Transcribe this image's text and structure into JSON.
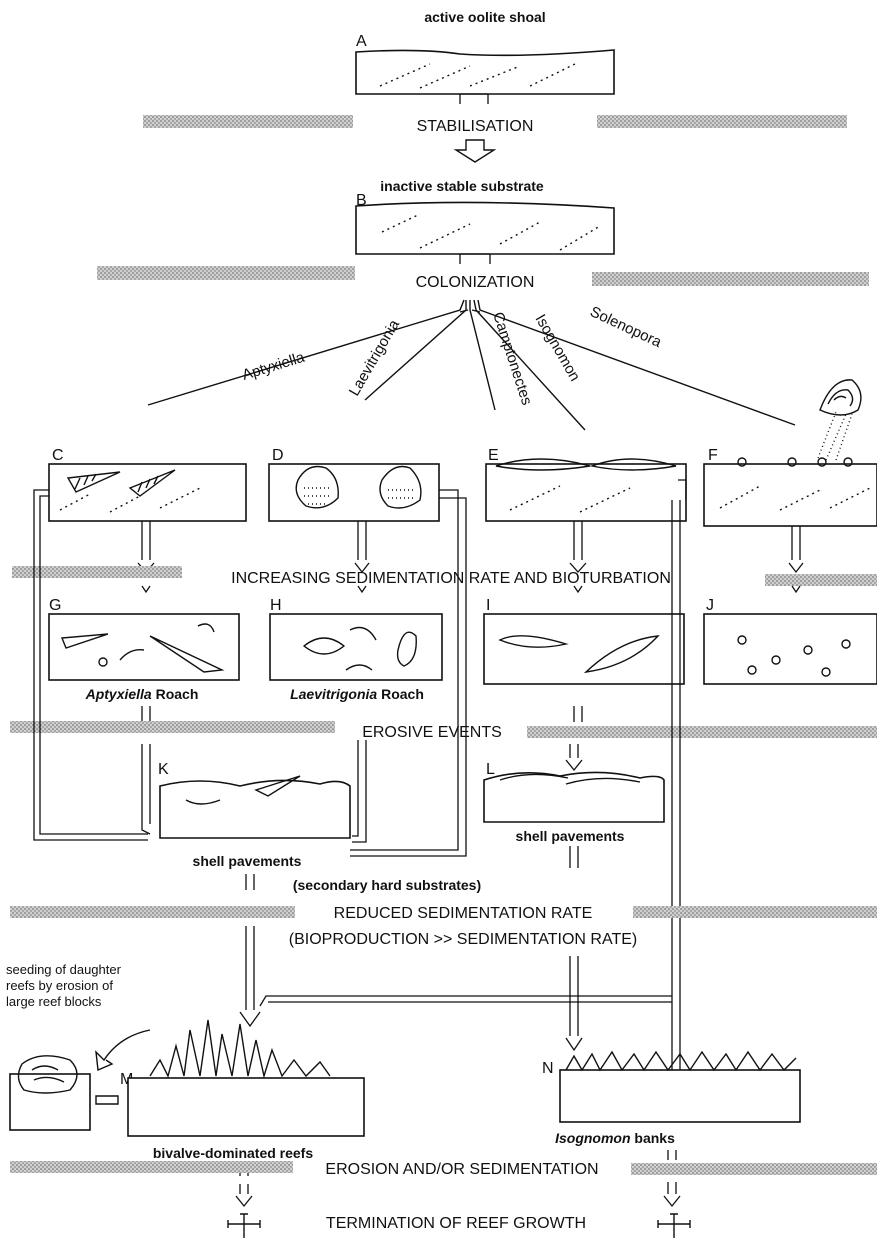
{
  "stages": {
    "A": {
      "letter": "A",
      "caption": "active oolite shoal"
    },
    "B": {
      "letter": "B",
      "caption": "inactive stable substrate"
    },
    "C": {
      "letter": "C"
    },
    "D": {
      "letter": "D"
    },
    "E": {
      "letter": "E"
    },
    "F": {
      "letter": "F"
    },
    "G": {
      "letter": "G",
      "caption_taxon": "Aptyxiella",
      "caption_rest": " Roach"
    },
    "H": {
      "letter": "H",
      "caption_taxon": "Laevitrigonia",
      "caption_rest": " Roach"
    },
    "I": {
      "letter": "I"
    },
    "J": {
      "letter": "J"
    },
    "K": {
      "letter": "K",
      "caption": "shell pavements"
    },
    "L": {
      "letter": "L",
      "caption": "shell pavements"
    },
    "M": {
      "letter": "M",
      "caption": "bivalve-dominated reefs"
    },
    "N": {
      "letter": "N",
      "caption_taxon": "Isognomon",
      "caption_rest": " banks"
    }
  },
  "processes": {
    "stabilisation": "STABILISATION",
    "colonization": "COLONIZATION",
    "increasing": "INCREASING SEDIMENTATION RATE AND BIOTURBATION",
    "erosive": "EROSIVE EVENTS",
    "reduced": "REDUCED SEDIMENTATION RATE",
    "bioproduction": "(BIOPRODUCTION >> SEDIMENTATION RATE)",
    "erosion_sed": "EROSION AND/OR SEDIMENTATION",
    "termination": "TERMINATION OF REEF GROWTH"
  },
  "secondary_substrates": "(secondary hard substrates)",
  "colonizers": [
    "Aptyxiella",
    "Laevitrigonia",
    "Camptonectes",
    "Isognomon",
    "Solenopora"
  ],
  "seeding_note": [
    "seeding of daughter",
    "reefs by erosion of",
    "large reef blocks"
  ]
}
